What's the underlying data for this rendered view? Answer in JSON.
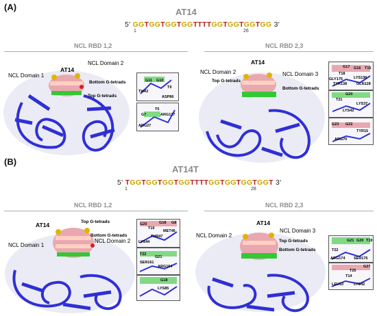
{
  "panel_a": {
    "label": "(A)",
    "title": "AT14",
    "seq_prefix": "5'",
    "seq_suffix": "3'",
    "sequence": "GGTGGTGGTGGTTTTGGTGGTGGTGG",
    "start_num": "1",
    "end_num": "26",
    "left": {
      "title": "NCL RBD 1,2",
      "at14_label": "AT14",
      "domain_left": "NCL Domain 1",
      "domain_right": "NCL Domain 2",
      "bottom_tetrads": "Bottom G-tetrads",
      "top_tetrads": "Top G-tetrads",
      "insets": [
        {
          "labels": [
            "G11",
            "G10",
            "T9",
            "THR2",
            "ASP86"
          ]
        },
        {
          "labels": [
            "T5",
            "G7",
            "ARG127",
            "ARG27"
          ]
        }
      ]
    },
    "right": {
      "title": "NCL RBD 2,3",
      "at14_label": "AT14",
      "domain_left": "NCL Domain 2",
      "domain_right": "NCL Domain 3",
      "top_tetrads": "Top G-tetrads",
      "bottom_tetrads": "Bottom G-tetrads",
      "insets": [
        {
          "labels": [
            "G17",
            "G16",
            "T15",
            "T18",
            "LYS136",
            "GLY175",
            "TYR138",
            "GLN128"
          ]
        },
        {
          "labels": [
            "G20",
            "T21",
            "LYS37",
            "LYS42"
          ]
        },
        {
          "labels": [
            "G23",
            "G22",
            "TYR15",
            "ARG70"
          ]
        }
      ]
    }
  },
  "panel_b": {
    "label": "(B)",
    "title": "AT14T",
    "seq_prefix": "5'",
    "seq_suffix": "3'",
    "sequence": "TGGTGGTGGTGGTTTTGGTGGTGGTGGT",
    "start_num": "1",
    "end_num": "28",
    "left": {
      "title": "NCL RBD 1,2",
      "at14_label": "AT14",
      "domain_left": "NCL Domain 1",
      "domain_right": "NCL Domain 2",
      "top_tetrads": "Top G-tetrads",
      "bottom_tetrads": "Bottom G-tetrads",
      "insets": [
        {
          "labels": [
            "G20",
            "T19",
            "G18",
            "G8",
            "MET46",
            "THR47",
            "LYS44"
          ]
        },
        {
          "labels": [
            "T22",
            "G21",
            "SER161",
            "ARG164"
          ]
        },
        {
          "labels": [
            "G18",
            "LYS85"
          ]
        }
      ]
    },
    "right": {
      "title": "NCL RBD 2,3",
      "at14_label": "AT14",
      "domain_left": "NCL Domain 2",
      "domain_right": "NCL Domain 3",
      "top_tetrads": "Top G-tetrads",
      "bottom_tetrads": "Bottom G-tetrads",
      "insets": [
        {
          "labels": [
            "G21",
            "G20",
            "T19",
            "T22",
            "ARG174",
            "SER176"
          ]
        },
        {
          "labels": [
            "G27",
            "T25",
            "T14",
            "LEU53",
            "LYS42"
          ]
        }
      ]
    }
  },
  "colors": {
    "protein": "#2f2fd6",
    "surface": "#c8c8d8",
    "g_base": "#c9a400",
    "t_base": "#b81d1d",
    "tetrad_green": "#34c834",
    "dna_pink": "#e9a8b0"
  }
}
